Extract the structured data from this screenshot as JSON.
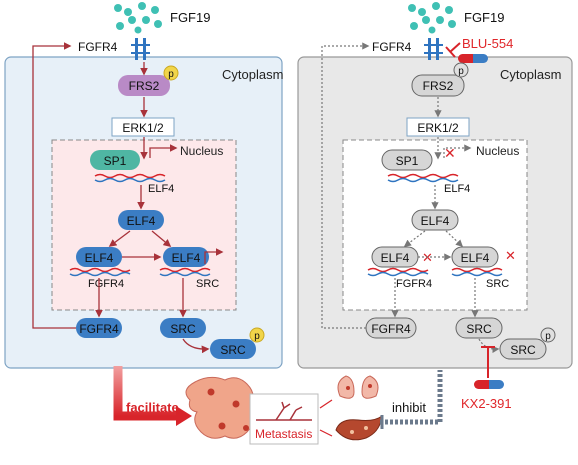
{
  "ligand": "FGF19",
  "receptor": "FGFR4",
  "compartment": {
    "cytoplasm": "Cytoplasm",
    "nucleus": "Nucleus"
  },
  "nodes": {
    "frs2": "FRS2",
    "erk": "ERK1/2",
    "sp1": "SP1",
    "elf4_gene": "ELF4",
    "elf4": "ELF4",
    "fgfr4_gene": "FGFR4",
    "src_gene": "SRC",
    "fgfr4": "FGFR4",
    "src": "SRC",
    "phospho": "p"
  },
  "inhibitors": {
    "blu": "BLU-554",
    "kx2": "KX2-391"
  },
  "bottom": {
    "facilitate": "facilitate",
    "metastasis": "Metastasis",
    "inhibit": "inhibit"
  },
  "colors": {
    "active_arrow": "#a8323a",
    "inhibitor_text": "#e0262a",
    "blue_node": "#3b7dc4",
    "purple_node": "#b98ac6",
    "phospho": "#f1d54a"
  }
}
